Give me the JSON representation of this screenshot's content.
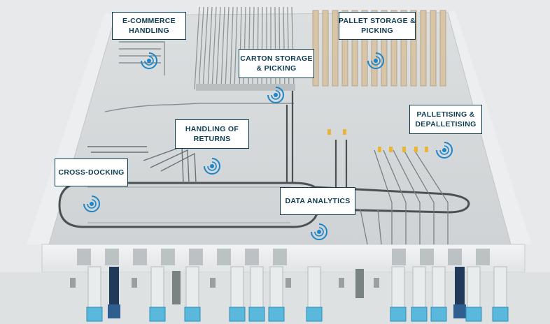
{
  "colors": {
    "accent": "#1c86c9",
    "label_border": "#0d3b4f",
    "label_text": "#0d3b4f",
    "floor": "#d9dcdd",
    "truck_cab": "#5ab8dd"
  },
  "hotspot_icon": "signal-ring-icon",
  "zones": [
    {
      "id": "e-commerce-handling",
      "lines": [
        "E-COMMERCE",
        "HANDLING"
      ]
    },
    {
      "id": "carton-storage-picking",
      "lines": [
        "CARTON STORAGE",
        "& PICKING"
      ]
    },
    {
      "id": "pallet-storage-picking",
      "lines": [
        "PALLET STORAGE &",
        "PICKING"
      ]
    },
    {
      "id": "palletising-depalletising",
      "lines": [
        "PALLETISING &",
        "DEPALLETISING"
      ]
    },
    {
      "id": "handling-of-returns",
      "lines": [
        "HANDLING OF",
        "RETURNS"
      ]
    },
    {
      "id": "cross-docking",
      "lines": [
        "CROSS-DOCKING"
      ]
    },
    {
      "id": "data-analytics",
      "lines": [
        "DATA ANALYTICS"
      ]
    }
  ]
}
